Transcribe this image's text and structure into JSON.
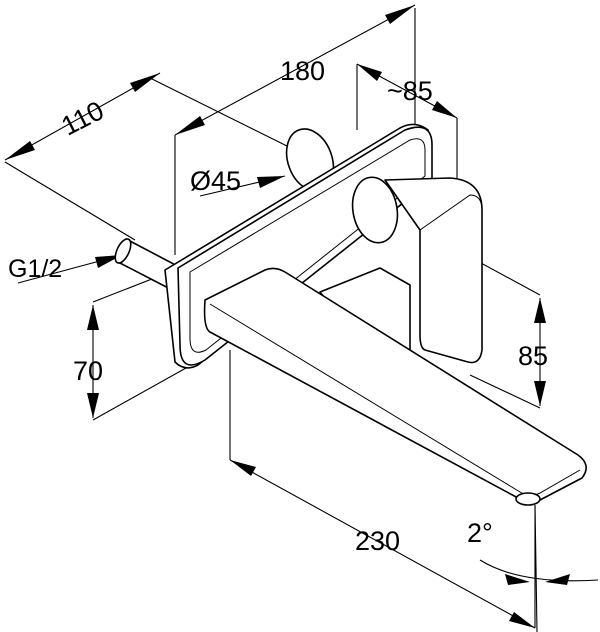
{
  "dimensions": {
    "d110": "110",
    "d180": "180",
    "d85_depth": "~85",
    "d45": "Ø45",
    "thread": "G1/2",
    "d70": "70",
    "d85_height": "85",
    "d230": "230",
    "angle": "2°"
  }
}
